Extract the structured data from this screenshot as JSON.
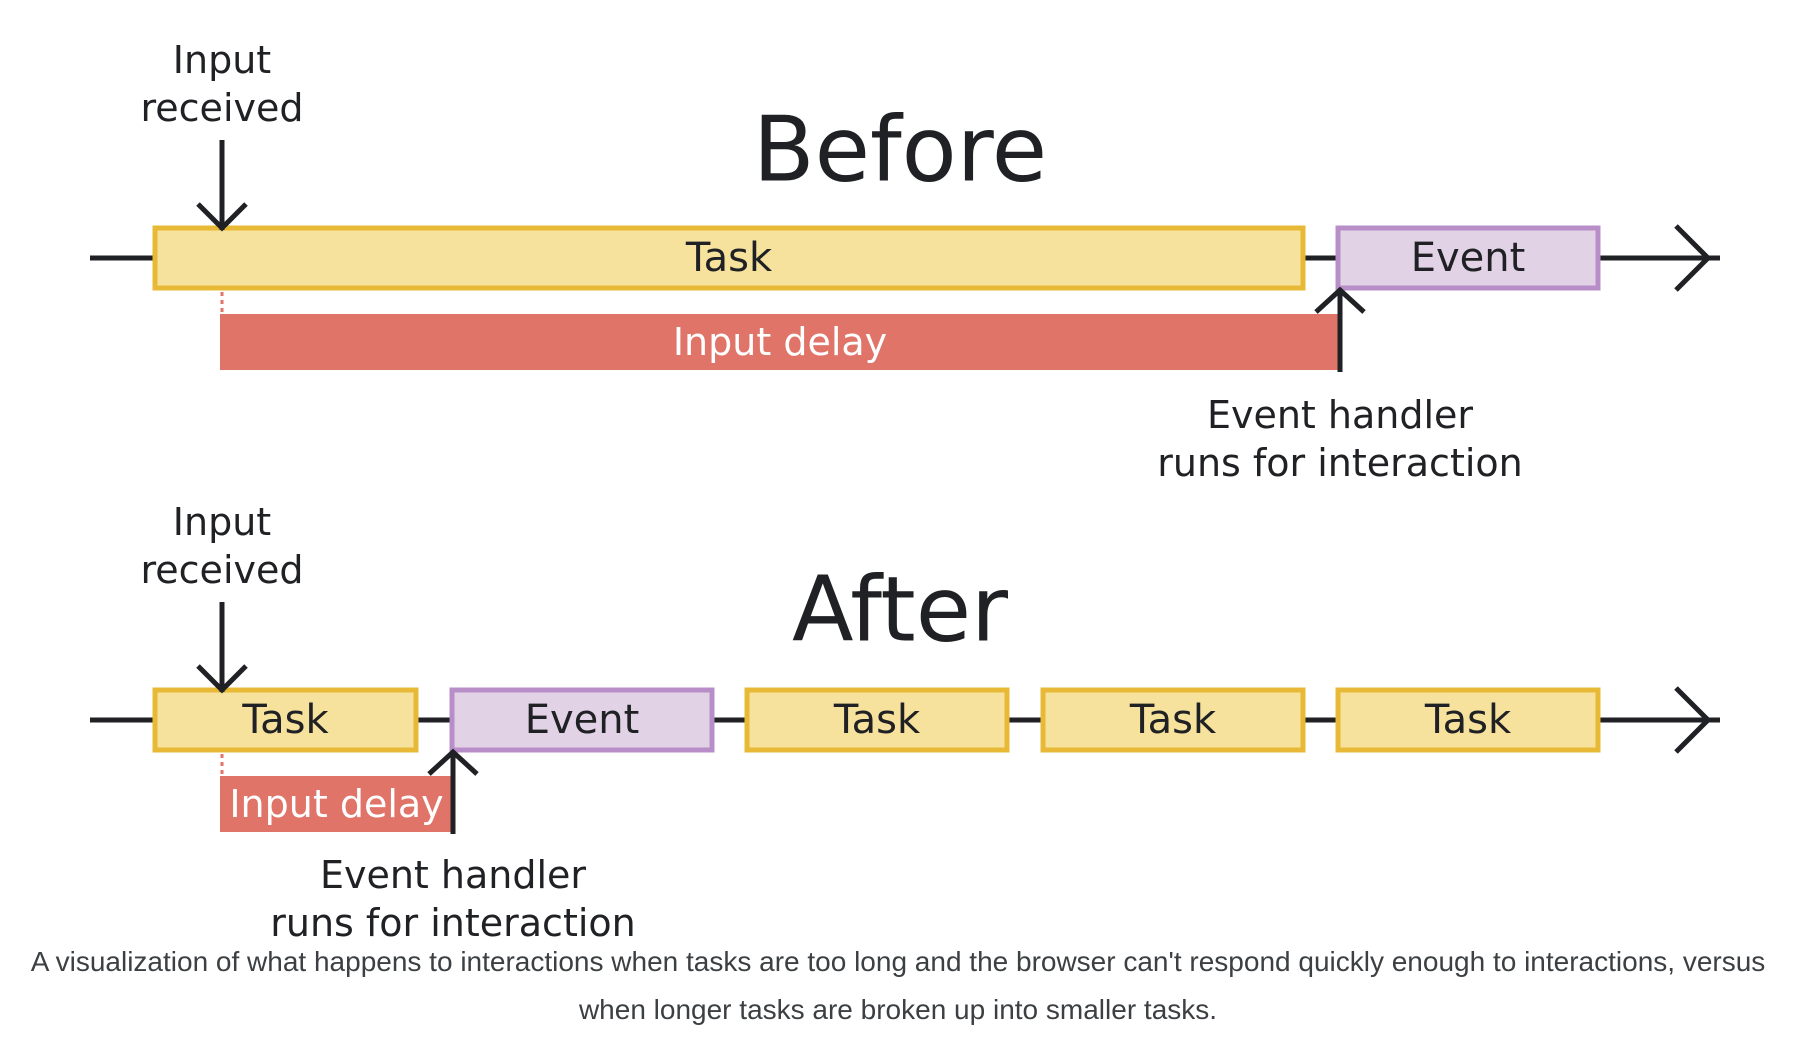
{
  "colors": {
    "task_fill": "#f6e29d",
    "task_stroke": "#e8b936",
    "event_fill": "#e1d2e6",
    "event_stroke": "#b78ec8",
    "delay_fill": "#e07468",
    "timeline": "#202124",
    "text": "#202124",
    "delay_text": "#ffffff"
  },
  "labels": {
    "input_received": [
      "Input",
      "received"
    ],
    "event_handler": [
      "Event handler",
      "runs for interaction"
    ]
  },
  "before": {
    "title": "Before",
    "blocks": [
      {
        "kind": "task",
        "label": "Task"
      },
      {
        "kind": "event",
        "label": "Event"
      }
    ],
    "delay_label": "Input delay"
  },
  "after": {
    "title": "After",
    "blocks": [
      {
        "kind": "task",
        "label": "Task"
      },
      {
        "kind": "event",
        "label": "Event"
      },
      {
        "kind": "task",
        "label": "Task"
      },
      {
        "kind": "task",
        "label": "Task"
      },
      {
        "kind": "task",
        "label": "Task"
      }
    ],
    "delay_label": "Input delay"
  },
  "caption": "A visualization of what happens to interactions when tasks are too long and the browser can't respond quickly enough to interactions, versus when longer tasks are broken up into smaller tasks."
}
